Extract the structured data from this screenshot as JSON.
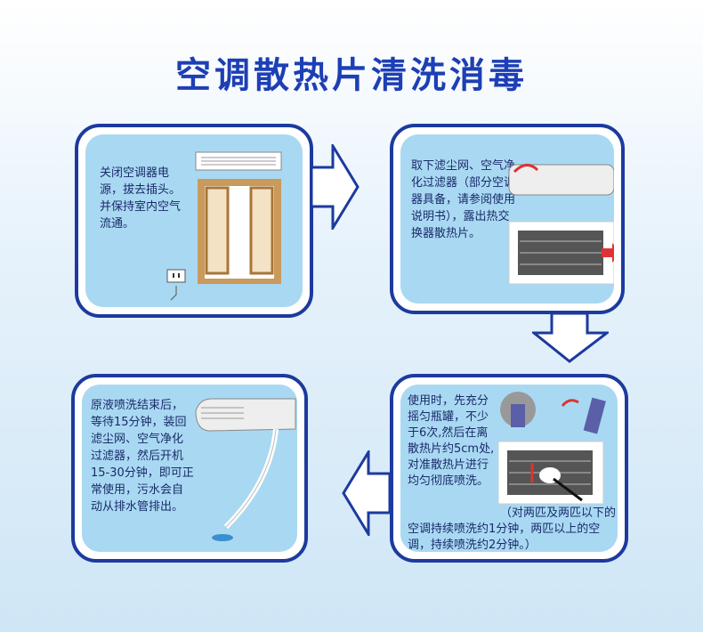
{
  "title": "空调散热片清洗消毒",
  "steps": [
    {
      "text": "关闭空调器电源，拔去插头。并保持室内空气流通。"
    },
    {
      "text": "取下滤尘网、空气净化过滤器（部分空调器具备，请参阅使用说明书），露出热交换器散热片。"
    },
    {
      "text": "使用时，先充分摇匀瓶罐，不少于6次,然后在离散热片约5cm处,对准散热片进行均匀彻底喷洗。",
      "note": "（对两匹及两匹以下的空调持续喷洗约1分钟，两匹以上的空调，持续喷洗约2分钟。）"
    },
    {
      "text": "原液喷洗结束后，等待15分钟，装回滤尘网、空气净化过滤器，然后开机15-30分钟，即可正常使用，污水会自动从排水管排出。"
    }
  ],
  "colors": {
    "title": "#1d3fb5",
    "border": "#1c3a9e",
    "panel": "#a9d9f2"
  }
}
